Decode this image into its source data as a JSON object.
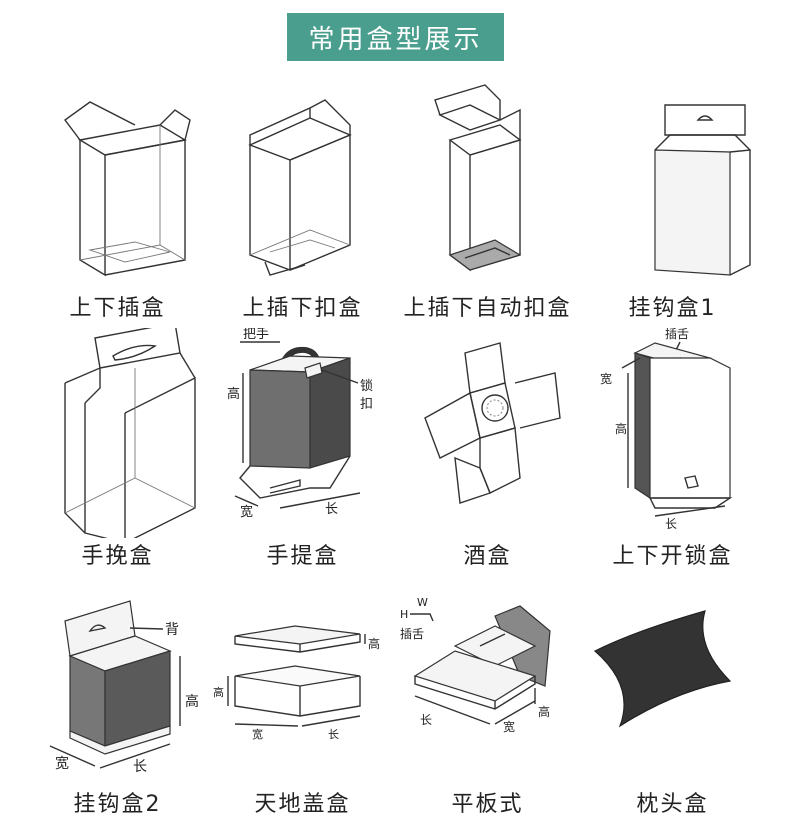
{
  "title": "常用盒型展示",
  "boxes": [
    {
      "label": "上下插盒"
    },
    {
      "label": "上插下扣盒"
    },
    {
      "label": "上插下自动扣盒"
    },
    {
      "label": "挂钩盒1"
    },
    {
      "label": "手挽盒"
    },
    {
      "label": "手提盒",
      "annotations": {
        "handle": "把手",
        "height": "高",
        "lock": "锁",
        "lock2": "扣",
        "width": "宽",
        "length": "长"
      }
    },
    {
      "label": "酒盒"
    },
    {
      "label": "上下开锁盒",
      "annotations": {
        "tab": "插舌",
        "width": "宽",
        "height": "高",
        "length": "长"
      }
    },
    {
      "label": "挂钩盒2",
      "annotations": {
        "back": "背",
        "height": "高",
        "width": "宽",
        "length": "长"
      }
    },
    {
      "label": "天地盖盒",
      "annotations": {
        "height_top": "高",
        "height_side": "高",
        "width": "宽",
        "length": "长"
      }
    },
    {
      "label": "平板式",
      "annotations": {
        "w": "W",
        "h": "H",
        "tab": "插舌",
        "height": "高",
        "length": "长",
        "width": "宽"
      }
    },
    {
      "label": "枕头盒"
    }
  ]
}
